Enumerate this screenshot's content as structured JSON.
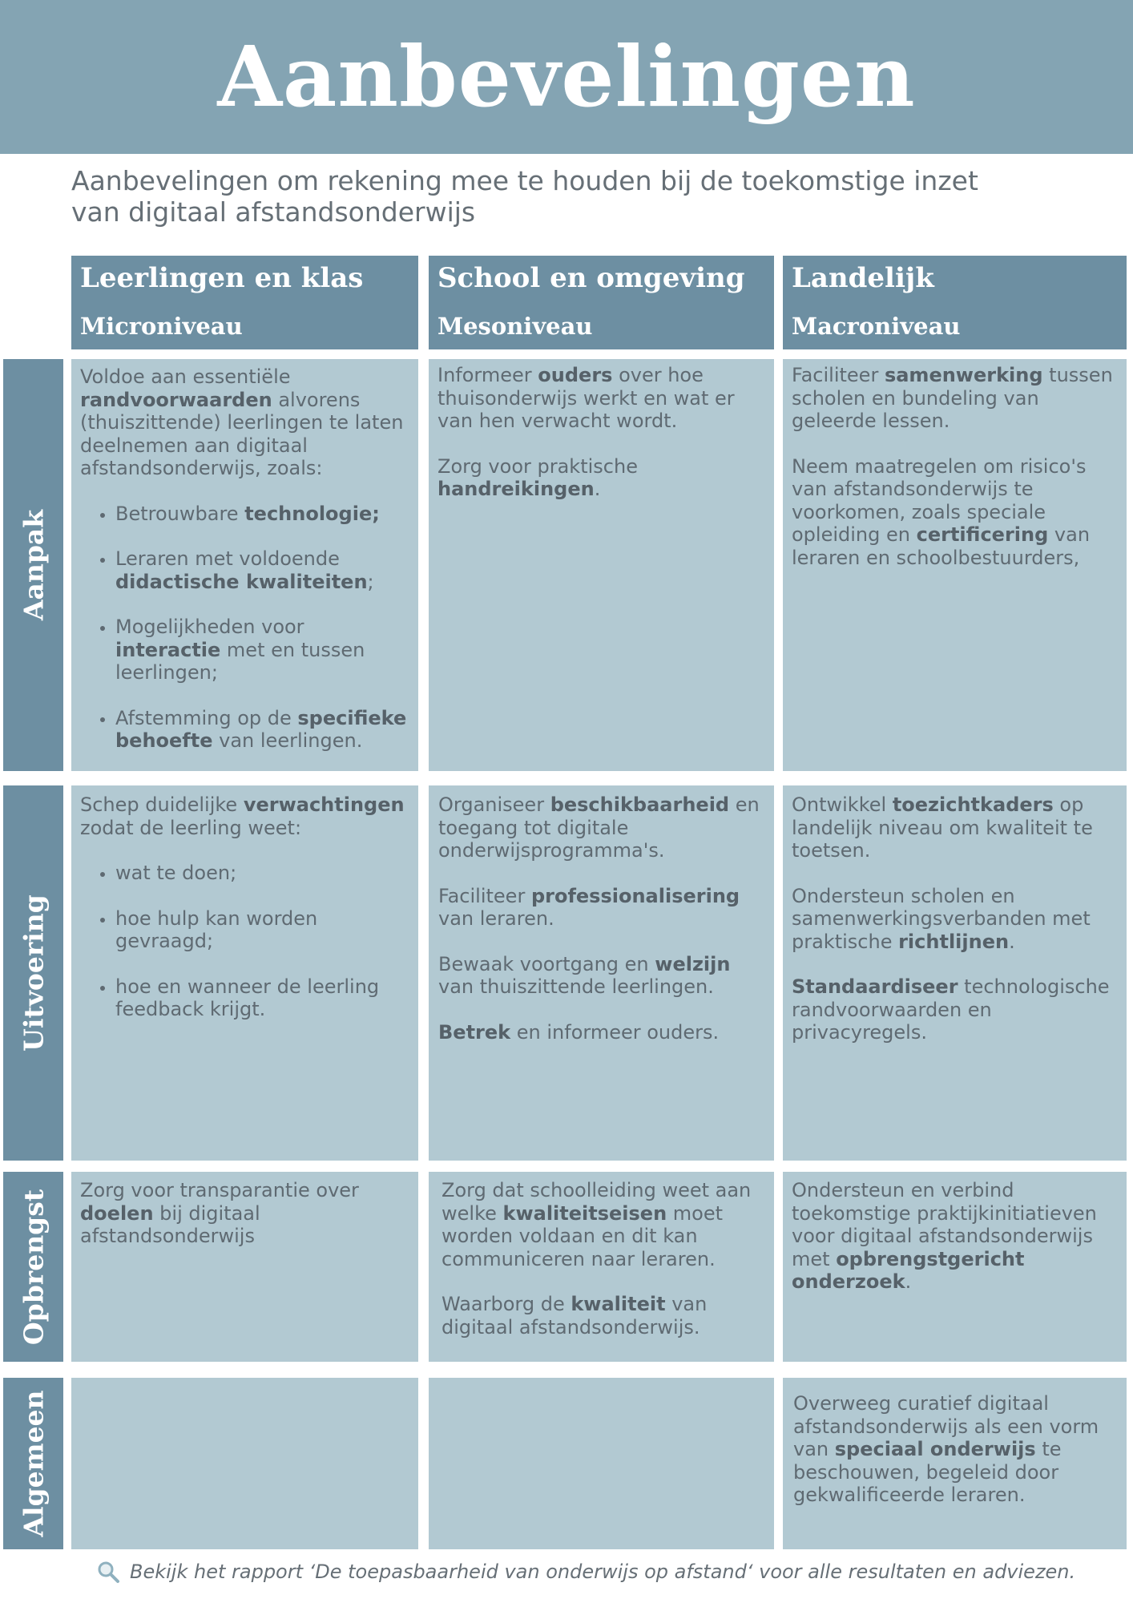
{
  "title": "Aanbevelingen",
  "subtitle": "Aanbevelingen om rekening mee te houden bij de toekomstige inzet van digitaal afstandsonderwijs",
  "columns": [
    {
      "title": "Leerlingen en klas",
      "level": "Microniveau"
    },
    {
      "title": "School en omgeving",
      "level": "Mesoniveau"
    },
    {
      "title": "Landelijk",
      "level": "Macroniveau"
    }
  ],
  "rows": [
    {
      "label": "Aanpak",
      "cells": [
        {
          "paragraphs": [
            [
              {
                "t": "Voldoe aan essentiële "
              },
              {
                "t": "randvoorwaarden",
                "b": true
              },
              {
                "t": " alvorens (thuiszittende) leerlingen te laten deelnemen aan digitaal afstandsonderwijs, zoals:"
              }
            ]
          ],
          "bullets": [
            [
              {
                "t": "Betrouwbare "
              },
              {
                "t": "technologie;",
                "b": true
              }
            ],
            [
              {
                "t": "Leraren met voldoende "
              },
              {
                "t": "didactische kwaliteiten",
                "b": true
              },
              {
                "t": ";"
              }
            ],
            [
              {
                "t": "Mogelijkheden voor "
              },
              {
                "t": "interactie",
                "b": true
              },
              {
                "t": " met en tussen leerlingen;"
              }
            ],
            [
              {
                "t": "Afstemming op de "
              },
              {
                "t": "specifieke behoefte",
                "b": true
              },
              {
                "t": " van leerlingen."
              }
            ]
          ]
        },
        {
          "paragraphs": [
            [
              {
                "t": "Informeer "
              },
              {
                "t": "ouders",
                "b": true
              },
              {
                "t": " over hoe thuisonderwijs werkt en wat er van hen verwacht wordt."
              }
            ],
            [
              {
                "t": "Zorg voor praktische "
              },
              {
                "t": "handreikingen",
                "b": true
              },
              {
                "t": "."
              }
            ]
          ]
        },
        {
          "paragraphs": [
            [
              {
                "t": "Faciliteer "
              },
              {
                "t": "samenwerking",
                "b": true
              },
              {
                "t": " tussen scholen en bundeling van geleerde lessen."
              }
            ],
            [
              {
                "t": "Neem maatregelen om risico's van afstandsonderwijs te voorkomen, zoals speciale opleiding en "
              },
              {
                "t": "certificering",
                "b": true
              },
              {
                "t": " van leraren en schoolbestuurders,"
              }
            ]
          ]
        }
      ]
    },
    {
      "label": "Uitvoering",
      "cells": [
        {
          "paragraphs": [
            [
              {
                "t": "Schep duidelijke "
              },
              {
                "t": "verwachtingen",
                "b": true
              },
              {
                "t": " zodat de leerling weet:"
              }
            ]
          ],
          "bullets": [
            [
              {
                "t": "wat te doen;"
              }
            ],
            [
              {
                "t": "hoe hulp kan worden gevraagd;"
              }
            ],
            [
              {
                "t": "hoe en wanneer de leerling feedback krijgt."
              }
            ]
          ]
        },
        {
          "paragraphs": [
            [
              {
                "t": "Organiseer "
              },
              {
                "t": "beschikbaarheid",
                "b": true
              },
              {
                "t": " en toegang tot digitale onderwijsprogramma's."
              }
            ],
            [
              {
                "t": "Faciliteer "
              },
              {
                "t": "professionalisering",
                "b": true
              },
              {
                "t": " van leraren."
              }
            ],
            [
              {
                "t": "Bewaak voortgang en "
              },
              {
                "t": "welzijn",
                "b": true
              },
              {
                "t": " van thuiszittende leerlingen."
              }
            ],
            [
              {
                "t": "Betrek",
                "b": true
              },
              {
                "t": " en informeer ouders."
              }
            ]
          ]
        },
        {
          "paragraphs": [
            [
              {
                "t": "Ontwikkel "
              },
              {
                "t": "toezichtkaders",
                "b": true
              },
              {
                "t": " op landelijk niveau om kwaliteit te toetsen."
              }
            ],
            [
              {
                "t": "Ondersteun scholen en samenwerkingsverbanden met praktische "
              },
              {
                "t": "richtlijnen",
                "b": true
              },
              {
                "t": "."
              }
            ],
            [
              {
                "t": "Standaardiseer",
                "b": true
              },
              {
                "t": " technologische randvoorwaarden en privacyregels."
              }
            ]
          ]
        }
      ]
    },
    {
      "label": "Opbrengst",
      "cells": [
        {
          "paragraphs": [
            [
              {
                "t": "Zorg voor transparantie over "
              },
              {
                "t": "doelen",
                "b": true
              },
              {
                "t": " bij digitaal afstandsonderwijs"
              }
            ]
          ]
        },
        {
          "paragraphs": [
            [
              {
                "t": "Zorg dat schoolleiding weet aan welke "
              },
              {
                "t": "kwaliteitseisen",
                "b": true
              },
              {
                "t": " moet worden voldaan en dit kan communiceren naar leraren."
              }
            ],
            [
              {
                "t": "Waarborg de "
              },
              {
                "t": "kwaliteit",
                "b": true
              },
              {
                "t": " van digitaal afstandsonderwijs."
              }
            ]
          ]
        },
        {
          "paragraphs": [
            [
              {
                "t": "Ondersteun en verbind toekomstige praktijkinitiatieven voor digitaal afstandsonderwijs met "
              },
              {
                "t": "opbrengstgericht onderzoek",
                "b": true
              },
              {
                "t": "."
              }
            ]
          ]
        }
      ]
    },
    {
      "label": "Algemeen",
      "cells": [
        {
          "paragraphs": []
        },
        {
          "paragraphs": []
        },
        {
          "paragraphs": [
            [
              {
                "t": "Overweeg curatief digitaal afstandsonderwijs als een vorm van "
              },
              {
                "t": "speciaal onderwijs",
                "b": true
              },
              {
                "t": " te beschouwen, begeleid door gekwalificeerde leraren."
              }
            ]
          ]
        }
      ]
    }
  ],
  "footer": {
    "icon": "search-icon",
    "text": "Bekijk het rapport ‘De toepasbaarheid van onderwijs op afstand‘ voor alle resultaten en adviezen."
  },
  "colors": {
    "header_bg": "#84a4b3",
    "head_bg": "#6d8fa2",
    "cell_bg": "#b2c9d2",
    "text": "#5f6a72"
  }
}
